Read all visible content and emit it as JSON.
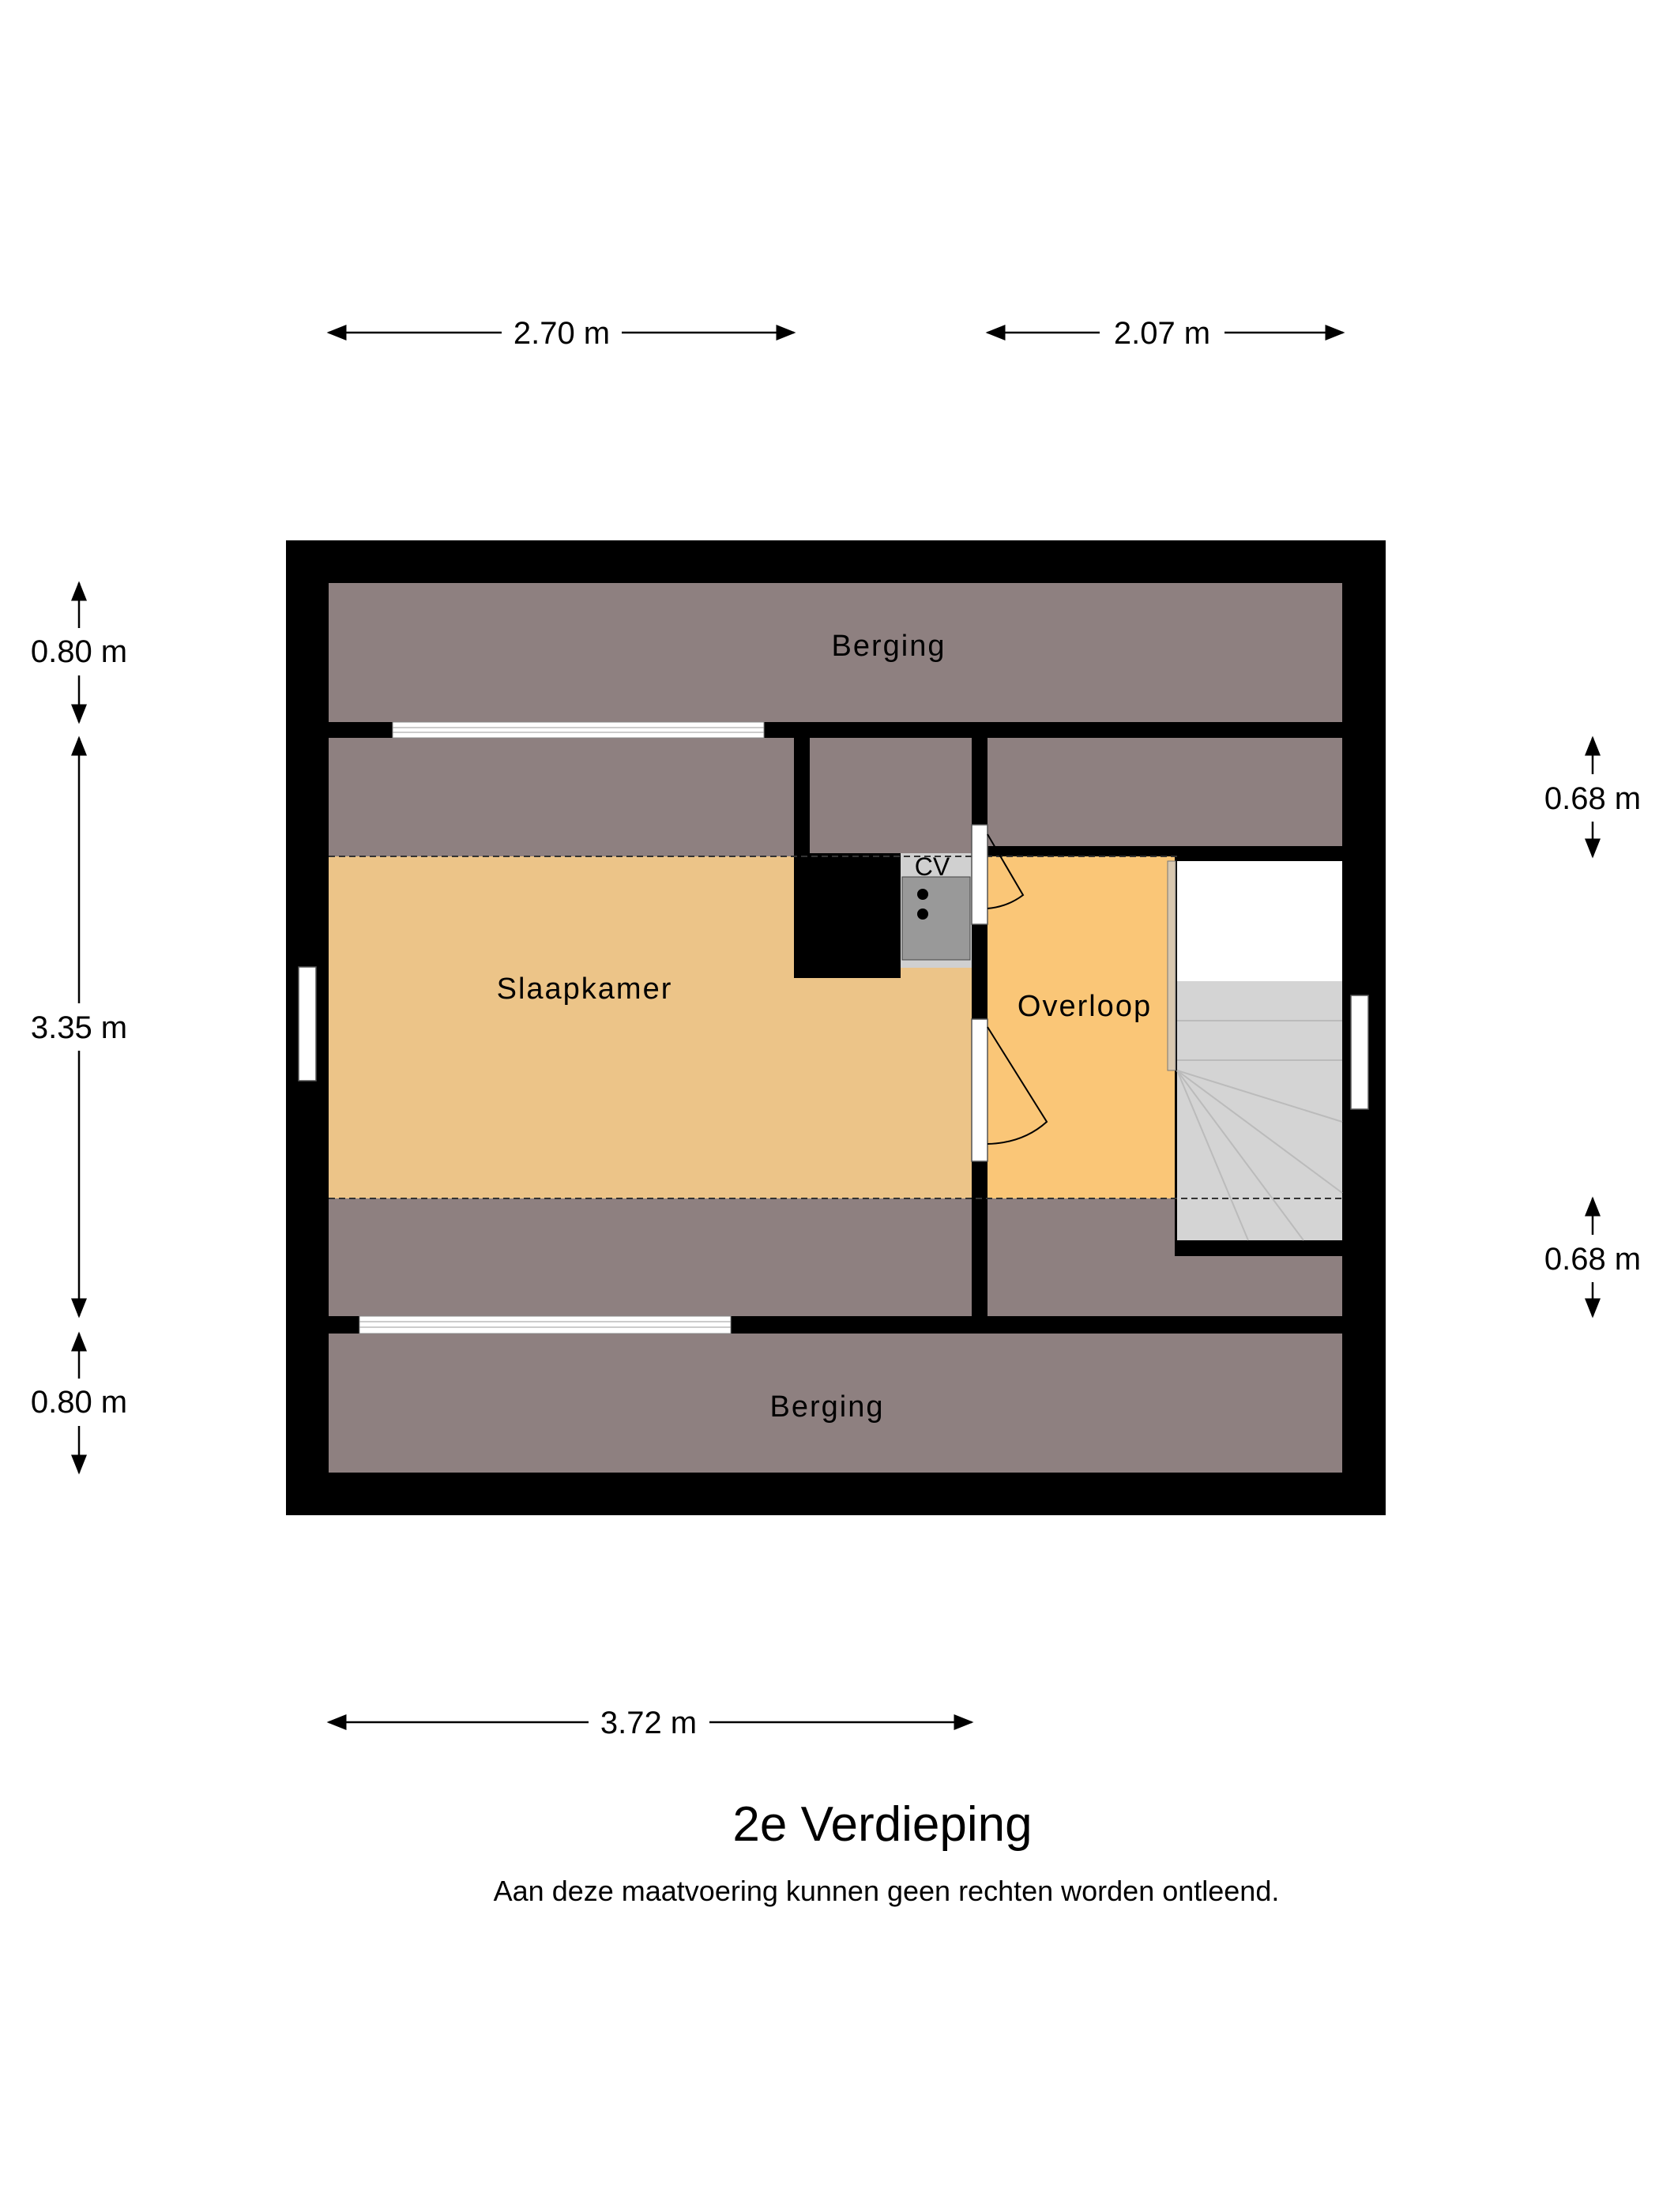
{
  "rooms": {
    "berging_top": "Berging",
    "slaapkamer": "Slaapkamer",
    "overloop": "Overloop",
    "cv": "CV",
    "berging_bottom": "Berging"
  },
  "dimensions": {
    "top_left": "2.70 m",
    "top_right": "2.07 m",
    "left_top": "0.80 m",
    "left_middle": "3.35 m",
    "left_bottom": "0.80 m",
    "right_top": "0.68 m",
    "right_bottom": "0.68 m",
    "bottom": "3.72 m"
  },
  "title": "2e Verdieping",
  "disclaimer": "Aan deze maatvoering kunnen geen rechten worden ontleend.",
  "colors": {
    "wall": "#000000",
    "storage": "#8e8080",
    "bedroom": "#ecc488",
    "landing": "#fac677",
    "stairs": "#d4d4d4"
  }
}
